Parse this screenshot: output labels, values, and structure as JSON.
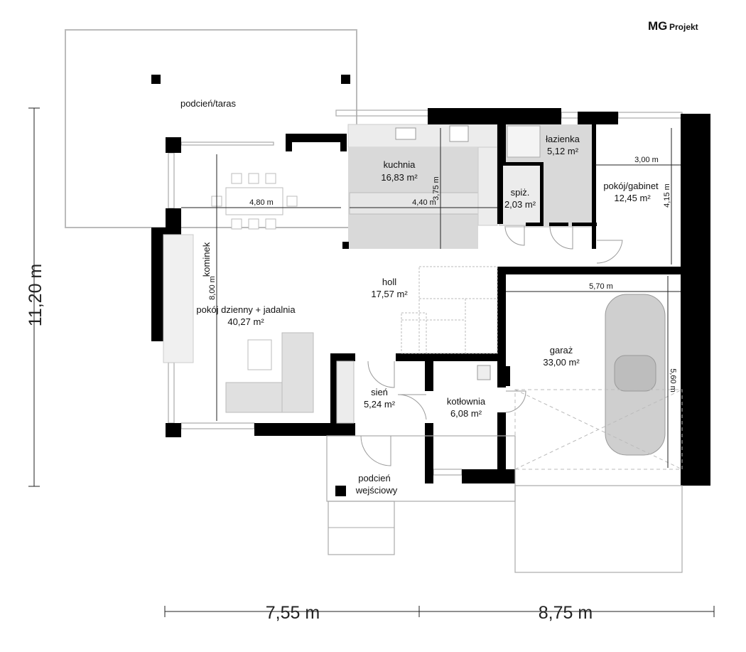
{
  "brand": {
    "logo_main": "MG",
    "logo_sub": "Projekt"
  },
  "overall": {
    "height": "11,20 m",
    "width_left": "7,55 m",
    "width_right": "8,75 m"
  },
  "rooms": {
    "terrace": {
      "name": "podcień/taras"
    },
    "kitchen": {
      "name": "kuchnia",
      "area": "16,83 m²"
    },
    "bathroom": {
      "name": "łazienka",
      "area": "5,12 m²"
    },
    "pantry": {
      "name": "spiż.",
      "area": "2,03 m²"
    },
    "office": {
      "name": "pokój/gabinet",
      "area": "12,45 m²"
    },
    "living": {
      "name": "pokój dzienny + jadalnia",
      "area": "40,27 m²"
    },
    "fireplace": {
      "name": "kominek"
    },
    "hall": {
      "name": "holl",
      "area": "17,57 m²"
    },
    "garage": {
      "name": "garaż",
      "area": "33,00 m²"
    },
    "vestibule": {
      "name": "sień",
      "area": "5,24 m²"
    },
    "boiler": {
      "name": "kotłownia",
      "area": "6,08 m²"
    },
    "porch": {
      "name_line1": "podcień",
      "name_line2": "wejściowy"
    }
  },
  "dimensions": {
    "living_width": "4,80 m",
    "living_depth": "8,00 m",
    "kitchen_width": "4,40 m",
    "kitchen_depth": "3,75 m",
    "office_width": "3,00 m",
    "office_depth": "4,15 m",
    "garage_width": "5,70 m",
    "garage_depth": "5,60 m"
  }
}
